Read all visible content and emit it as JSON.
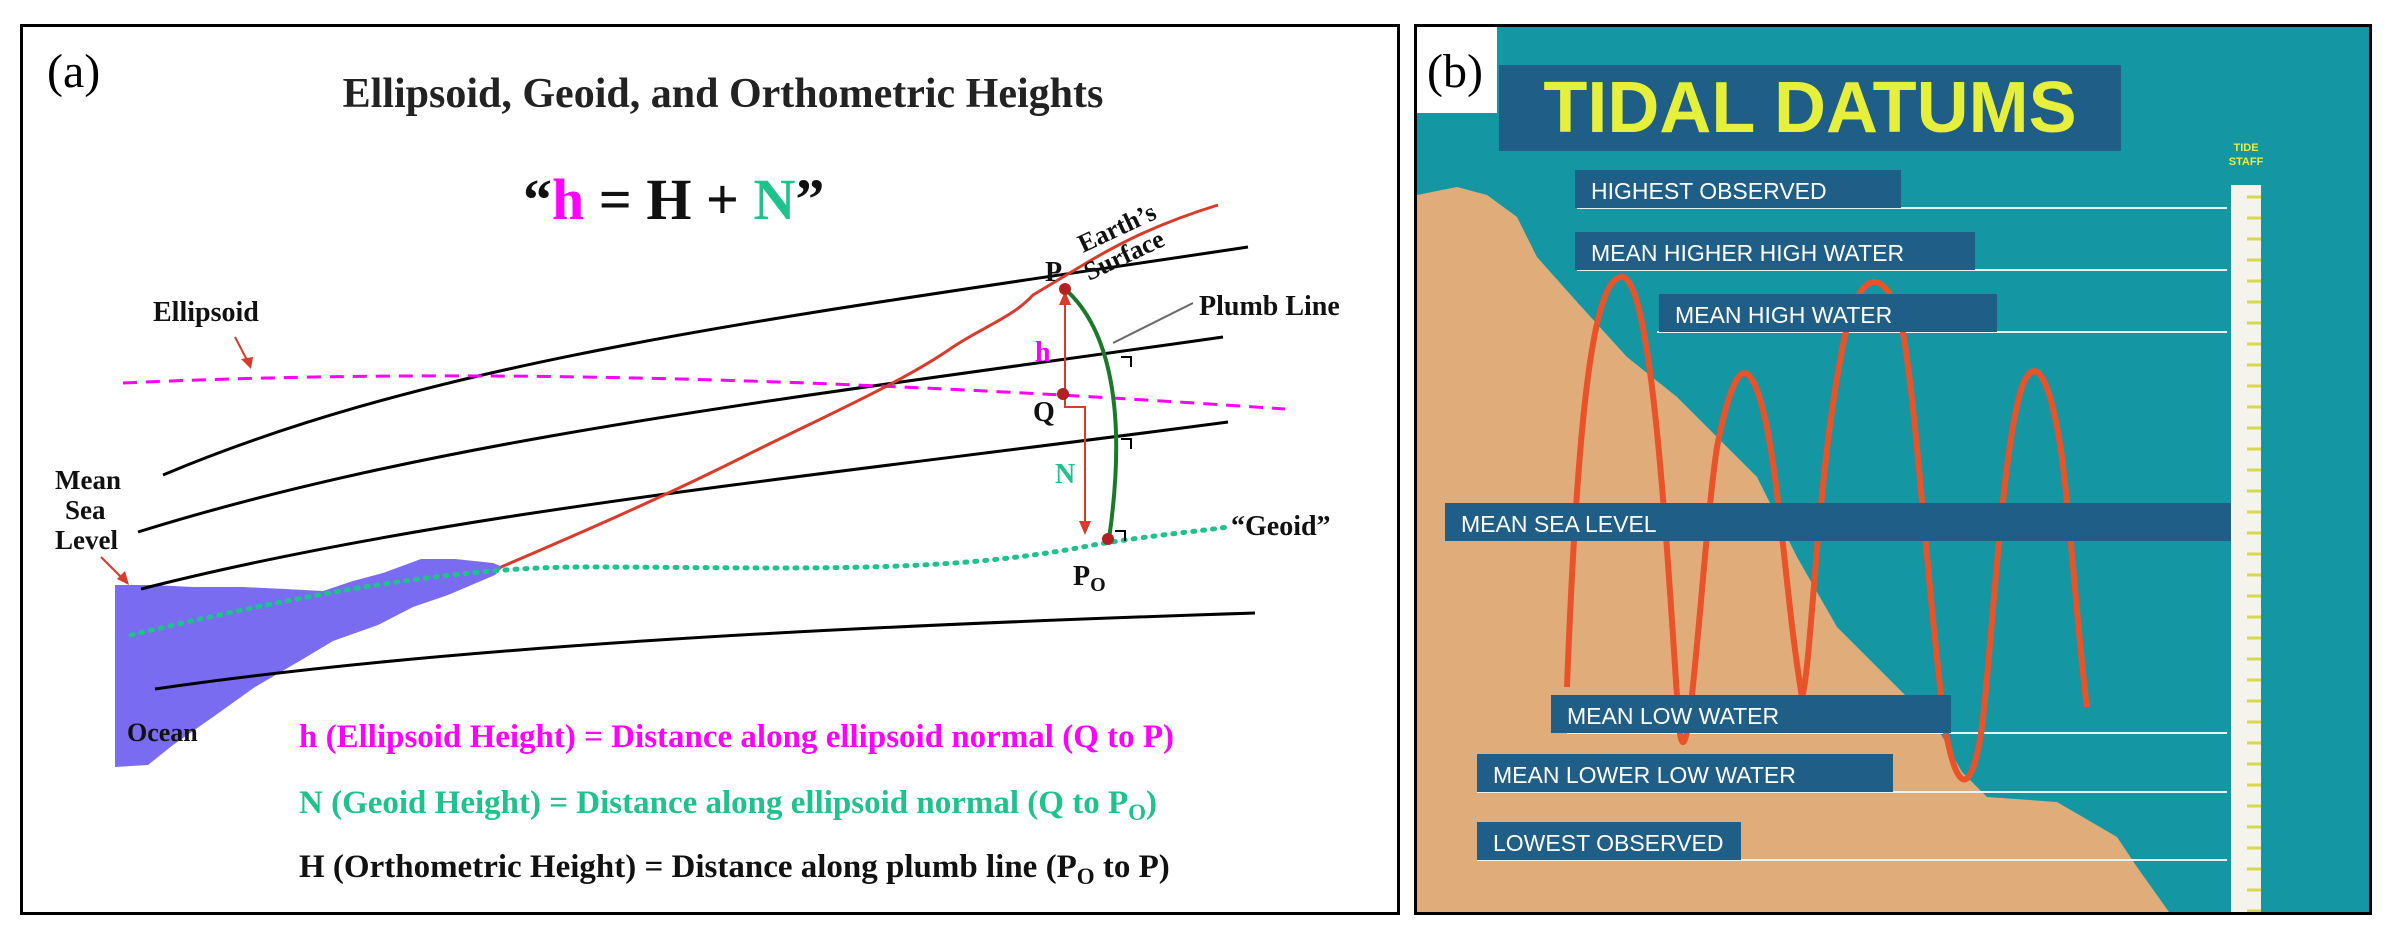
{
  "panel_a": {
    "label": "(a)",
    "title": "Ellipsoid, Geoid, and Orthometric Heights",
    "equation": {
      "open": "“",
      "h": "h",
      "eq": " = H + ",
      "N": "N",
      "close": "”"
    },
    "labels": {
      "ellipsoid": "Ellipsoid",
      "mean": "Mean",
      "sea": "Sea",
      "level": "Level",
      "ocean": "Ocean",
      "earths": "Earth’s",
      "surface": "Surface",
      "plumb_line": "Plumb Line",
      "geoid": "“Geoid”",
      "P": "P",
      "Q": "Q",
      "h": "h",
      "N": "N",
      "Po_main": "P",
      "Po_sub": "O"
    },
    "definitions": {
      "h_def": "h (Ellipsoid Height) = Distance along ellipsoid normal (Q to P)",
      "N_def_main": "N (Geoid Height) = Distance along ellipsoid normal (Q to P",
      "N_def_sub": "O",
      "N_def_end": ")",
      "H_def_main": "H (Orthometric Height) = Distance along plumb line (P",
      "H_def_sub": "O",
      "H_def_end": " to P)"
    },
    "colors": {
      "magenta": "#ff00ff",
      "green": "#1ec28b",
      "red": "#d93a2b",
      "ocean": "#7a6cf0",
      "dark_green": "#1a7a2a"
    }
  },
  "panel_b": {
    "label": "(b)",
    "title": "TIDAL DATUMS",
    "tide_staff": [
      "TIDE",
      "STAFF"
    ],
    "datums": [
      "HIGHEST OBSERVED",
      "MEAN HIGHER HIGH WATER",
      "MEAN HIGH WATER",
      "MEAN SEA LEVEL",
      "MEAN LOW WATER",
      "MEAN LOWER LOW WATER",
      "LOWEST OBSERVED"
    ],
    "colors": {
      "water": "#1597a3",
      "land": "#e0ac7a",
      "box": "#1f5e86",
      "title_text": "#e6f03a",
      "wave": "#e8532a"
    }
  }
}
